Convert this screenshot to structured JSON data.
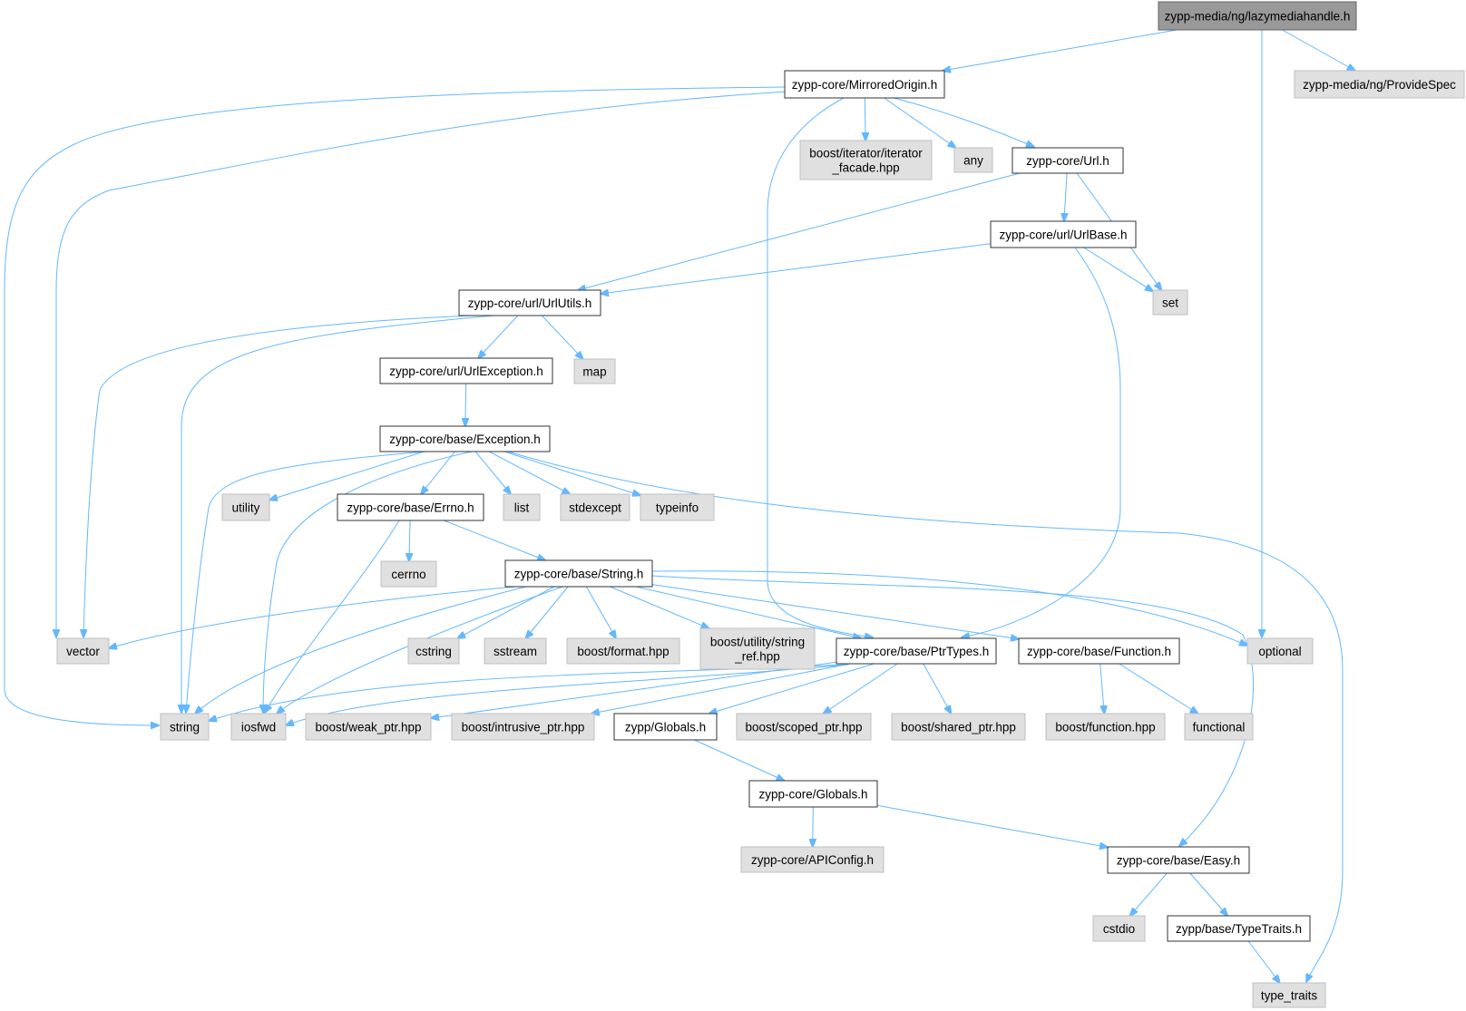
{
  "diagram": {
    "nodes": [
      {
        "id": "lazymediahandle",
        "lines": [
          "zypp-media/ng/lazymediahandle.h"
        ],
        "kind": "root"
      },
      {
        "id": "mirroredorigin",
        "lines": [
          "zypp-core/MirroredOrigin.h"
        ],
        "kind": "local"
      },
      {
        "id": "providespec",
        "lines": [
          "zypp-media/ng/ProvideSpec"
        ],
        "kind": "ext"
      },
      {
        "id": "iterator_facade",
        "lines": [
          "boost/iterator/iterator",
          "_facade.hpp"
        ],
        "kind": "ext"
      },
      {
        "id": "any",
        "lines": [
          "any"
        ],
        "kind": "ext"
      },
      {
        "id": "url",
        "lines": [
          "zypp-core/Url.h"
        ],
        "kind": "local"
      },
      {
        "id": "urlbase",
        "lines": [
          "zypp-core/url/UrlBase.h"
        ],
        "kind": "local"
      },
      {
        "id": "set",
        "lines": [
          "set"
        ],
        "kind": "ext"
      },
      {
        "id": "urlutils",
        "lines": [
          "zypp-core/url/UrlUtils.h"
        ],
        "kind": "local"
      },
      {
        "id": "urlexception",
        "lines": [
          "zypp-core/url/UrlException.h"
        ],
        "kind": "local"
      },
      {
        "id": "map",
        "lines": [
          "map"
        ],
        "kind": "ext"
      },
      {
        "id": "exception",
        "lines": [
          "zypp-core/base/Exception.h"
        ],
        "kind": "local"
      },
      {
        "id": "utility",
        "lines": [
          "utility"
        ],
        "kind": "ext"
      },
      {
        "id": "errno",
        "lines": [
          "zypp-core/base/Errno.h"
        ],
        "kind": "local"
      },
      {
        "id": "list",
        "lines": [
          "list"
        ],
        "kind": "ext"
      },
      {
        "id": "stdexcept",
        "lines": [
          "stdexcept"
        ],
        "kind": "ext"
      },
      {
        "id": "typeinfo",
        "lines": [
          "typeinfo"
        ],
        "kind": "ext"
      },
      {
        "id": "cerrno",
        "lines": [
          "cerrno"
        ],
        "kind": "ext"
      },
      {
        "id": "string_h",
        "lines": [
          "zypp-core/base/String.h"
        ],
        "kind": "local"
      },
      {
        "id": "vector",
        "lines": [
          "vector"
        ],
        "kind": "ext"
      },
      {
        "id": "cstring",
        "lines": [
          "cstring"
        ],
        "kind": "ext"
      },
      {
        "id": "sstream",
        "lines": [
          "sstream"
        ],
        "kind": "ext"
      },
      {
        "id": "boost_format",
        "lines": [
          "boost/format.hpp"
        ],
        "kind": "ext"
      },
      {
        "id": "string_ref",
        "lines": [
          "boost/utility/string",
          "_ref.hpp"
        ],
        "kind": "ext"
      },
      {
        "id": "ptrtypes",
        "lines": [
          "zypp-core/base/PtrTypes.h"
        ],
        "kind": "local"
      },
      {
        "id": "function_h",
        "lines": [
          "zypp-core/base/Function.h"
        ],
        "kind": "local"
      },
      {
        "id": "optional",
        "lines": [
          "optional"
        ],
        "kind": "ext"
      },
      {
        "id": "string",
        "lines": [
          "string"
        ],
        "kind": "ext"
      },
      {
        "id": "iosfwd",
        "lines": [
          "iosfwd"
        ],
        "kind": "ext"
      },
      {
        "id": "weak_ptr",
        "lines": [
          "boost/weak_ptr.hpp"
        ],
        "kind": "ext"
      },
      {
        "id": "intrusive_ptr",
        "lines": [
          "boost/intrusive_ptr.hpp"
        ],
        "kind": "ext"
      },
      {
        "id": "zypp_globals",
        "lines": [
          "zypp/Globals.h"
        ],
        "kind": "local"
      },
      {
        "id": "scoped_ptr",
        "lines": [
          "boost/scoped_ptr.hpp"
        ],
        "kind": "ext"
      },
      {
        "id": "shared_ptr",
        "lines": [
          "boost/shared_ptr.hpp"
        ],
        "kind": "ext"
      },
      {
        "id": "boost_function",
        "lines": [
          "boost/function.hpp"
        ],
        "kind": "ext"
      },
      {
        "id": "functional",
        "lines": [
          "functional"
        ],
        "kind": "ext"
      },
      {
        "id": "core_globals",
        "lines": [
          "zypp-core/Globals.h"
        ],
        "kind": "local"
      },
      {
        "id": "apiconfig",
        "lines": [
          "zypp-core/APIConfig.h"
        ],
        "kind": "ext"
      },
      {
        "id": "easy",
        "lines": [
          "zypp-core/base/Easy.h"
        ],
        "kind": "local"
      },
      {
        "id": "cstdio",
        "lines": [
          "cstdio"
        ],
        "kind": "ext"
      },
      {
        "id": "typetraits_h",
        "lines": [
          "zypp/base/TypeTraits.h"
        ],
        "kind": "local"
      },
      {
        "id": "type_traits",
        "lines": [
          "type_traits"
        ],
        "kind": "ext"
      }
    ],
    "edges": [
      [
        "lazymediahandle",
        "mirroredorigin"
      ],
      [
        "lazymediahandle",
        "providespec"
      ],
      [
        "lazymediahandle",
        "optional"
      ],
      [
        "mirroredorigin",
        "string"
      ],
      [
        "mirroredorigin",
        "vector"
      ],
      [
        "mirroredorigin",
        "ptrtypes"
      ],
      [
        "mirroredorigin",
        "iterator_facade"
      ],
      [
        "mirroredorigin",
        "any"
      ],
      [
        "mirroredorigin",
        "url"
      ],
      [
        "url",
        "urlutils"
      ],
      [
        "url",
        "urlbase"
      ],
      [
        "url",
        "set"
      ],
      [
        "urlbase",
        "urlutils"
      ],
      [
        "urlbase",
        "set"
      ],
      [
        "urlbase",
        "ptrtypes"
      ],
      [
        "urlutils",
        "vector"
      ],
      [
        "urlutils",
        "string"
      ],
      [
        "urlutils",
        "urlexception"
      ],
      [
        "urlutils",
        "map"
      ],
      [
        "urlexception",
        "exception"
      ],
      [
        "exception",
        "string"
      ],
      [
        "exception",
        "iosfwd"
      ],
      [
        "exception",
        "utility"
      ],
      [
        "exception",
        "errno"
      ],
      [
        "exception",
        "list"
      ],
      [
        "exception",
        "stdexcept"
      ],
      [
        "exception",
        "typeinfo"
      ],
      [
        "exception",
        "type_traits"
      ],
      [
        "errno",
        "iosfwd"
      ],
      [
        "errno",
        "cerrno"
      ],
      [
        "errno",
        "string_h"
      ],
      [
        "string_h",
        "vector"
      ],
      [
        "string_h",
        "string"
      ],
      [
        "string_h",
        "iosfwd"
      ],
      [
        "string_h",
        "cstring"
      ],
      [
        "string_h",
        "sstream"
      ],
      [
        "string_h",
        "boost_format"
      ],
      [
        "string_h",
        "string_ref"
      ],
      [
        "string_h",
        "ptrtypes"
      ],
      [
        "string_h",
        "function_h"
      ],
      [
        "string_h",
        "optional"
      ],
      [
        "string_h",
        "easy"
      ],
      [
        "ptrtypes",
        "string"
      ],
      [
        "ptrtypes",
        "iosfwd"
      ],
      [
        "ptrtypes",
        "weak_ptr"
      ],
      [
        "ptrtypes",
        "intrusive_ptr"
      ],
      [
        "ptrtypes",
        "zypp_globals"
      ],
      [
        "ptrtypes",
        "scoped_ptr"
      ],
      [
        "ptrtypes",
        "shared_ptr"
      ],
      [
        "function_h",
        "boost_function"
      ],
      [
        "function_h",
        "functional"
      ],
      [
        "zypp_globals",
        "core_globals"
      ],
      [
        "core_globals",
        "apiconfig"
      ],
      [
        "core_globals",
        "easy"
      ],
      [
        "easy",
        "cstdio"
      ],
      [
        "easy",
        "typetraits_h"
      ],
      [
        "typetraits_h",
        "type_traits"
      ]
    ]
  }
}
